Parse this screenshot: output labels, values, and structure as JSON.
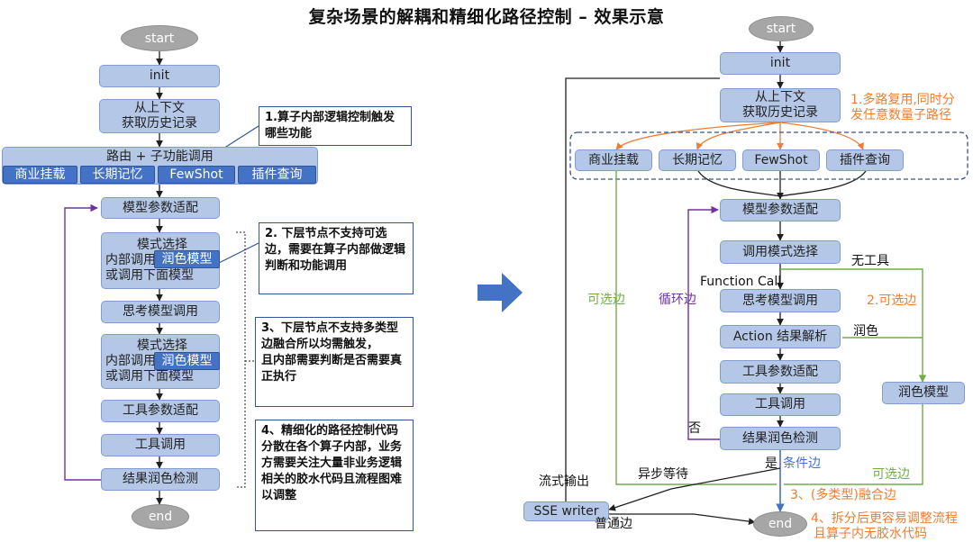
{
  "title": "复杂场景的解耦和精细化路径控制 – 效果示意",
  "left": {
    "start": "start",
    "init": "init",
    "context_line1": "从上下文",
    "context_line2": "获取历史记录",
    "router": "路由 + 子功能调用",
    "sub_business": "商业挂载",
    "sub_memory": "长期记忆",
    "sub_fewshot": "FewShot",
    "sub_plugin": "插件查询",
    "model_param": "模型参数适配",
    "mode1_line1": "模式选择",
    "mode1_line2": "内部调用",
    "mode1_line3": "或调用下面模型",
    "polish_model": "润色模型",
    "think": "思考模型调用",
    "mode2_line1": "模式选择",
    "mode2_line2": "内部调用",
    "mode2_line3": "或调用下面模型",
    "tool_param": "工具参数适配",
    "tool_call": "工具调用",
    "result_check": "结果润色检测",
    "end": "end"
  },
  "notes": {
    "n1": "1.算子内部逻辑控制触发哪些功能",
    "n2": "2. 下层节点不支持可选边，需要在算子内部做逻辑判断和功能调用",
    "n3a": "3、下层节点不支持多类型边融合所以均需触发，",
    "n3b": "且内部需要判断是否需要真正执行",
    "n4": "4、精细化的路径控制代码分散在各个算子内部，业务方需要关注大量非业务逻辑相关的胶水代码且流程图难以调整"
  },
  "right": {
    "start": "start",
    "init": "init",
    "context_line1": "从上下文",
    "context_line2": "获取历史记录",
    "business": "商业挂载",
    "memory": "长期记忆",
    "fewshot": "FewShot",
    "plugin": "插件查询",
    "model_param": "模型参数适配",
    "mode_select": "调用模式选择",
    "think": "思考模型调用",
    "action_parse": "Action 结果解析",
    "tool_param": "工具参数适配",
    "tool_call": "工具调用",
    "result_check": "结果润色检测",
    "polish": "润色模型",
    "sse": "SSE writer",
    "end": "end"
  },
  "labels": {
    "multi_path": "1.多路复用,同时分发任意数量子路径",
    "no_tool": "无工具",
    "function_call": "Function Call",
    "optional_left": "可选边",
    "loop": "循环边",
    "optional2": "2.可选边",
    "polish_edge": "润色",
    "no": "否",
    "yes": "是",
    "cond_edge": "条件边",
    "optional_bottom": "可选边",
    "stream_out": "流式输出",
    "async_wait": "异步等待",
    "normal_edge": "普通边",
    "fusion": "3、(多类型)融合边",
    "split_line1": "4、拆分后更容易调整流程",
    "split_line2": "且算子内无胶水代码"
  },
  "colors": {
    "node_fill": "#b4c7e7",
    "node_dark": "#4472c4",
    "orange": "#ed7d31",
    "green": "#70ad47",
    "purple": "#7030a0",
    "edge": "#1f1f1f"
  }
}
